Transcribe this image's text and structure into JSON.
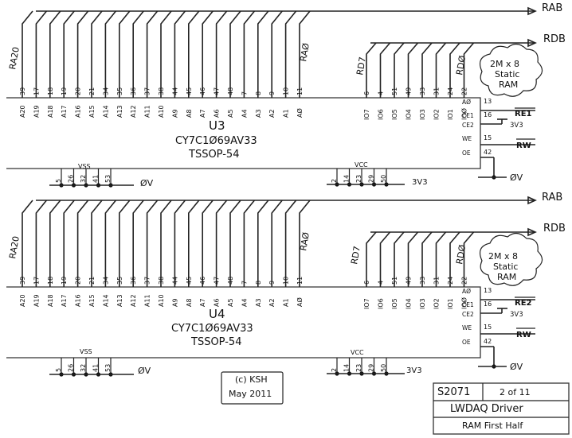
{
  "buses": {
    "rab": "RAB",
    "rdb": "RDB",
    "ra20": "RA20",
    "ra0": "RAØ",
    "rd7": "RD7",
    "rd0": "RDØ"
  },
  "chips": [
    {
      "ref": "U3",
      "part": "CY7C1Ø69AV33",
      "package": "TSSOP-54",
      "cloud": [
        "2M x 8",
        "Static",
        "RAM"
      ],
      "addr_pins": [
        "A20",
        "A19",
        "A18",
        "A17",
        "A16",
        "A15",
        "A14",
        "A13",
        "A12",
        "A11",
        "A10",
        "A9",
        "A8",
        "A7",
        "A6",
        "A5",
        "A4",
        "A3",
        "A2",
        "A1",
        "AØ"
      ],
      "addr_nums": [
        "39",
        "17",
        "18",
        "19",
        "20",
        "21",
        "34",
        "35",
        "36",
        "37",
        "38",
        "44",
        "45",
        "46",
        "47",
        "48",
        "7",
        "8",
        "9",
        "10",
        "11"
      ],
      "io_pins": [
        "IO7",
        "IO6",
        "IO5",
        "IO4",
        "IO3",
        "IO2",
        "IO1",
        "IOØ"
      ],
      "io_nums": [
        "6",
        "4",
        "51",
        "49",
        "33",
        "31",
        "24",
        "22"
      ],
      "ctrl": [
        {
          "pin": "AØ",
          "num": "13",
          "net": "RE1"
        },
        {
          "pin": "CE1",
          "num": "16",
          "net": "3V3"
        },
        {
          "pin": "CE2",
          "num": "",
          "net": ""
        },
        {
          "pin": "WE",
          "num": "15",
          "net": "RW"
        },
        {
          "pin": "OE",
          "num": "42",
          "net": "ØV"
        }
      ],
      "vss_label": "VSS",
      "vss_pins": [
        "5",
        "26",
        "32",
        "41",
        "53"
      ],
      "vss_net": "ØV",
      "vcc_label": "VCC",
      "vcc_pins": [
        "2",
        "14",
        "23",
        "29",
        "50"
      ],
      "vcc_net": "3V3"
    },
    {
      "ref": "U4",
      "part": "CY7C1Ø69AV33",
      "package": "TSSOP-54",
      "cloud": [
        "2M x 8",
        "Static",
        "RAM"
      ],
      "addr_pins": [
        "A20",
        "A19",
        "A18",
        "A17",
        "A16",
        "A15",
        "A14",
        "A13",
        "A12",
        "A11",
        "A10",
        "A9",
        "A8",
        "A7",
        "A6",
        "A5",
        "A4",
        "A3",
        "A2",
        "A1",
        "AØ"
      ],
      "addr_nums": [
        "39",
        "17",
        "18",
        "19",
        "20",
        "21",
        "34",
        "35",
        "36",
        "37",
        "38",
        "44",
        "45",
        "46",
        "47",
        "48",
        "7",
        "8",
        "9",
        "10",
        "11"
      ],
      "io_pins": [
        "IO7",
        "IO6",
        "IO5",
        "IO4",
        "IO3",
        "IO2",
        "IO1",
        "IOØ"
      ],
      "io_nums": [
        "6",
        "4",
        "51",
        "49",
        "33",
        "31",
        "24",
        "22"
      ],
      "ctrl": [
        {
          "pin": "AØ",
          "num": "13",
          "net": "RE2"
        },
        {
          "pin": "CE1",
          "num": "16",
          "net": "3V3"
        },
        {
          "pin": "CE2",
          "num": "",
          "net": ""
        },
        {
          "pin": "WE",
          "num": "15",
          "net": "RW"
        },
        {
          "pin": "OE",
          "num": "42",
          "net": "ØV"
        }
      ],
      "vss_label": "VSS",
      "vss_pins": [
        "5",
        "26",
        "32",
        "41",
        "53"
      ],
      "vss_net": "ØV",
      "vcc_label": "VCC",
      "vcc_pins": [
        "2",
        "14",
        "23",
        "29",
        "50"
      ],
      "vcc_net": "3V3"
    }
  ],
  "copyright": [
    "(c) KSH",
    "May 2011"
  ],
  "title_block": {
    "drawing_no": "S2071",
    "sheet": "2 of 11",
    "title": "LWDAQ Driver",
    "subtitle": "RAM First Half"
  }
}
